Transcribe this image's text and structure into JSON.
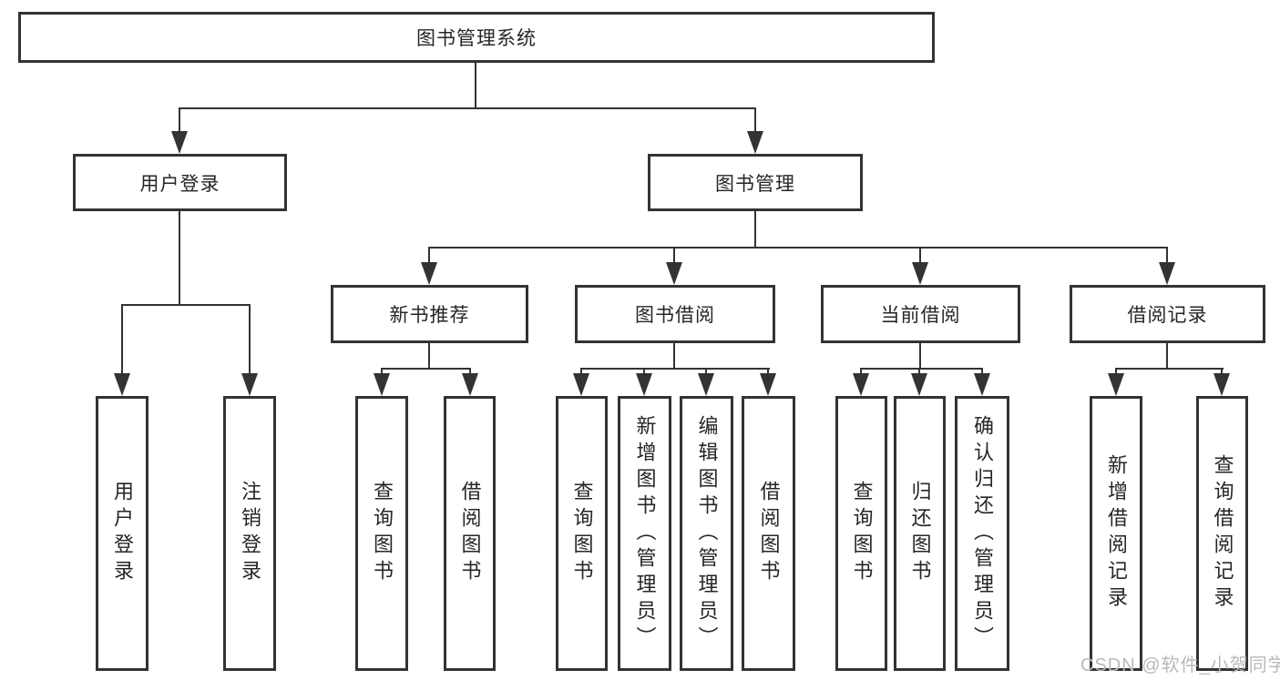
{
  "tree": {
    "root": {
      "label": "图书管理系统",
      "children": [
        {
          "label": "用户登录",
          "children": [
            {
              "label": "用户登录"
            },
            {
              "label": "注销登录"
            }
          ]
        },
        {
          "label": "图书管理",
          "children": [
            {
              "label": "新书推荐",
              "children": [
                {
                  "label": "查询图书"
                },
                {
                  "label": "借阅图书"
                }
              ]
            },
            {
              "label": "图书借阅",
              "children": [
                {
                  "label": "查询图书"
                },
                {
                  "label": "新增图书（管理员）"
                },
                {
                  "label": "编辑图书（管理员）"
                },
                {
                  "label": "借阅图书"
                }
              ]
            },
            {
              "label": "当前借阅",
              "children": [
                {
                  "label": "查询图书"
                },
                {
                  "label": "归还图书"
                },
                {
                  "label": "确认归还（管理员）"
                }
              ]
            },
            {
              "label": "借阅记录",
              "children": [
                {
                  "label": "新增借阅记录"
                },
                {
                  "label": "查询借阅记录"
                }
              ]
            }
          ]
        }
      ]
    }
  },
  "watermark": {
    "text": "CSDN @软件_小贺同学"
  },
  "colors": {
    "line": "#333333",
    "text": "#262626",
    "watermark": "#b9b8be",
    "bg": "#ffffff"
  }
}
